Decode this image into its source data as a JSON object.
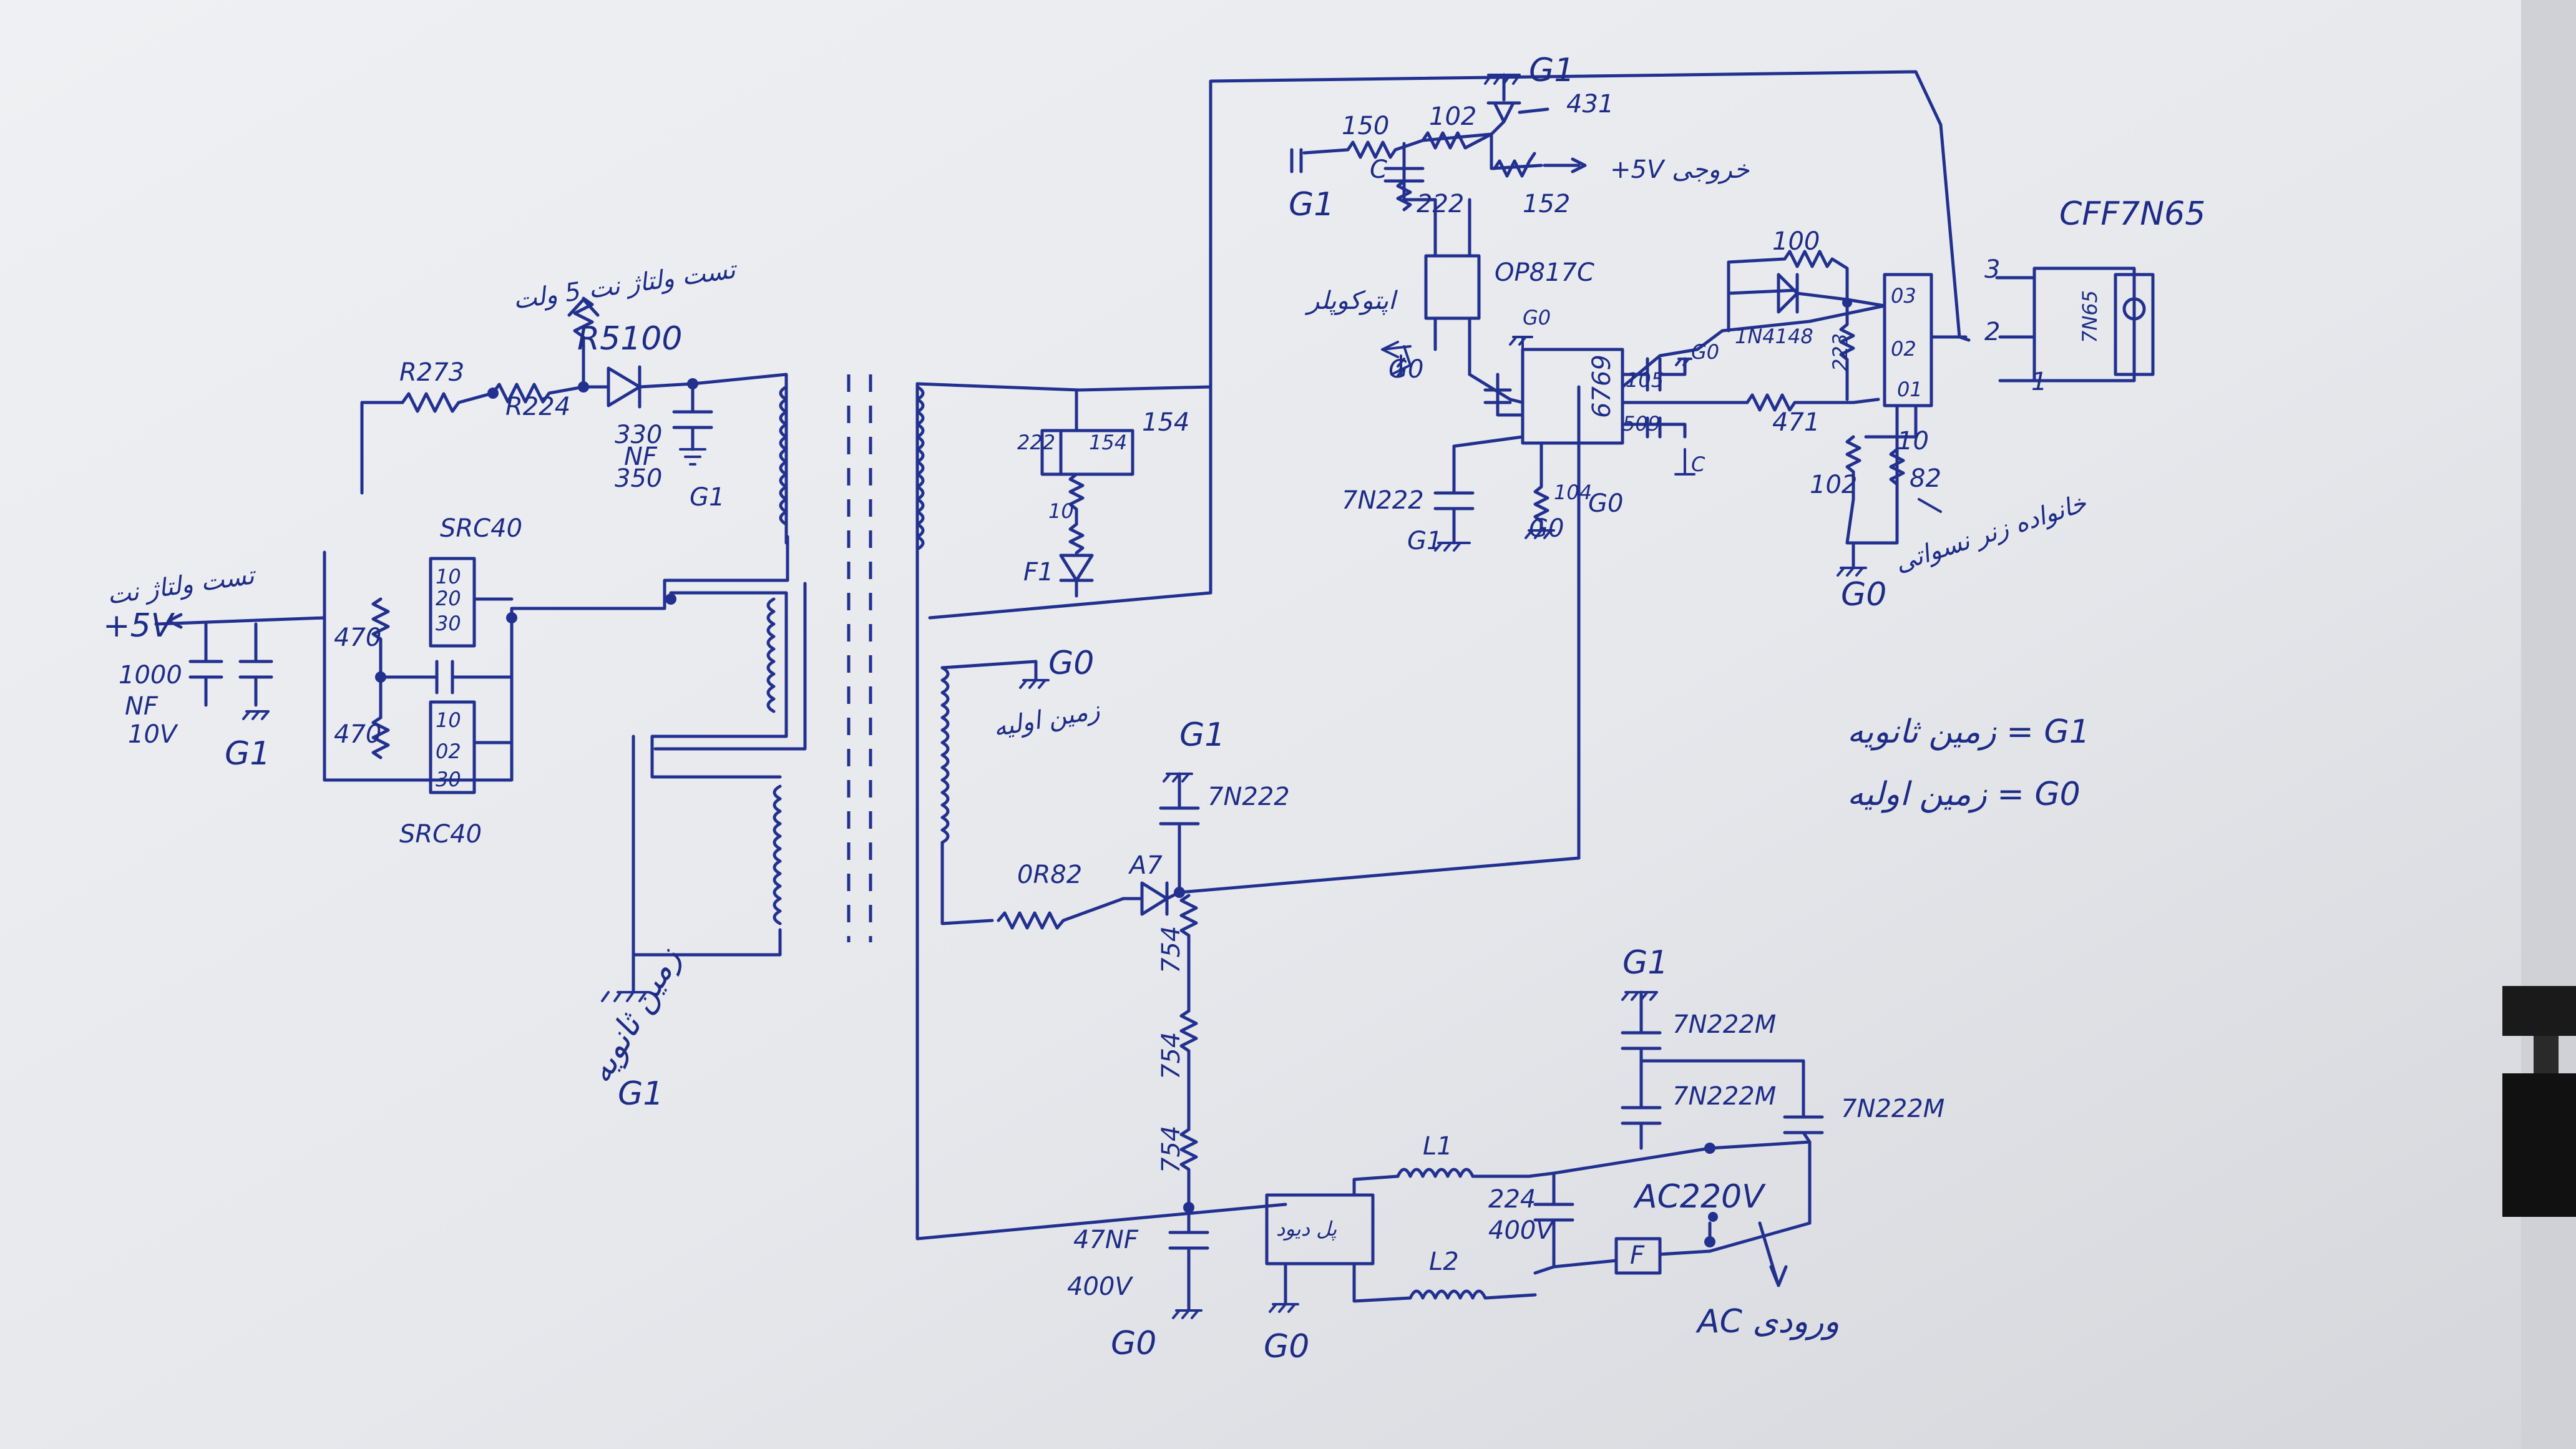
{
  "labels": {
    "r273": "R273",
    "r224": "R224",
    "r5100": "R5100",
    "cap330": "330",
    "cap_nf": "NF",
    "cap350": "350",
    "g1_top": "G1",
    "src40_top": "SRC40",
    "src40_bot": "SRC40",
    "pin10a": "10",
    "pin20": "20",
    "pin30": "30",
    "pin10b": "10",
    "pin02": "02",
    "pin30b": "30",
    "r470a": "470",
    "r470b": "470",
    "plus5v": "+5V",
    "c1000": "1000",
    "c1000_nf": "NF",
    "c1000_v": "10V",
    "g1_left": "G1",
    "c222_a": "222",
    "c154_a": "154",
    "r154": "154",
    "r10_a": "10",
    "fuse": "F1",
    "g0_mid": "G0",
    "g1_mid": "G1",
    "c7n222": "7N222",
    "d_0r82": "0R82",
    "d_a7": "A7",
    "r754_a": "754",
    "r754_b": "754",
    "r754_c": "754",
    "c47nf": "47NF",
    "c400v": "400V",
    "g0_bot_a": "G0",
    "g0_bot_b": "G0",
    "bridge": "پل دیود",
    "l1": "L1",
    "l2": "L2",
    "c224": "224",
    "c224_v": "400V",
    "ac220": "AC220V",
    "f_box": "F",
    "ac_in": "AC ورودی",
    "g1_r": "G1",
    "c7n222m_a": "7N222M",
    "c7n222m_b": "7N222M",
    "c7n222m_c": "7N222M",
    "g1_431": "G1",
    "r150": "150",
    "r102": "102",
    "tl431": "431",
    "g1_ref": "G1",
    "c_c": "C",
    "c222_b": "222",
    "r152": "152",
    "plus5_out": "+5V خروجی",
    "opto": "OP817C",
    "opto_note": "اپتوکوپلر",
    "g0_opto": "G0",
    "g0_ic": "G0",
    "ic": "6769",
    "c105": "105",
    "g0_ic2": "G0",
    "c509": "509",
    "c_c2": "C",
    "r471": "471",
    "c7n222_b": "7N222",
    "r104": "104",
    "g1_ic": "G1",
    "g0_ic3": "G0",
    "g0_ic4": "G0",
    "r100": "100",
    "d_1n4148": "1N4148",
    "r223": "223",
    "pins_03": "03",
    "pins_02": "02",
    "pins_01": "01",
    "r10_b": "10",
    "r102_b": "102",
    "r82": "82",
    "g0_rs": "G0",
    "rs_note": "خانواده زنر نسواتی",
    "mosfet": "CFF7N65",
    "mosfet_pin3": "3",
    "mosfet_pin2": "2",
    "mosfet_pin1": "1",
    "mosfet_body": "7N65",
    "test_top": "تست ولتاژ نت 5 ولت",
    "test_left": "تست ولتاژ نت",
    "sec_ground": "زمین ثانویه",
    "sec_g1": "G1",
    "prim_ground": "زمین اولیه",
    "legend_g1": "زمین ثانویه = G1",
    "legend_g0": "زمین اولیه = G0"
  }
}
